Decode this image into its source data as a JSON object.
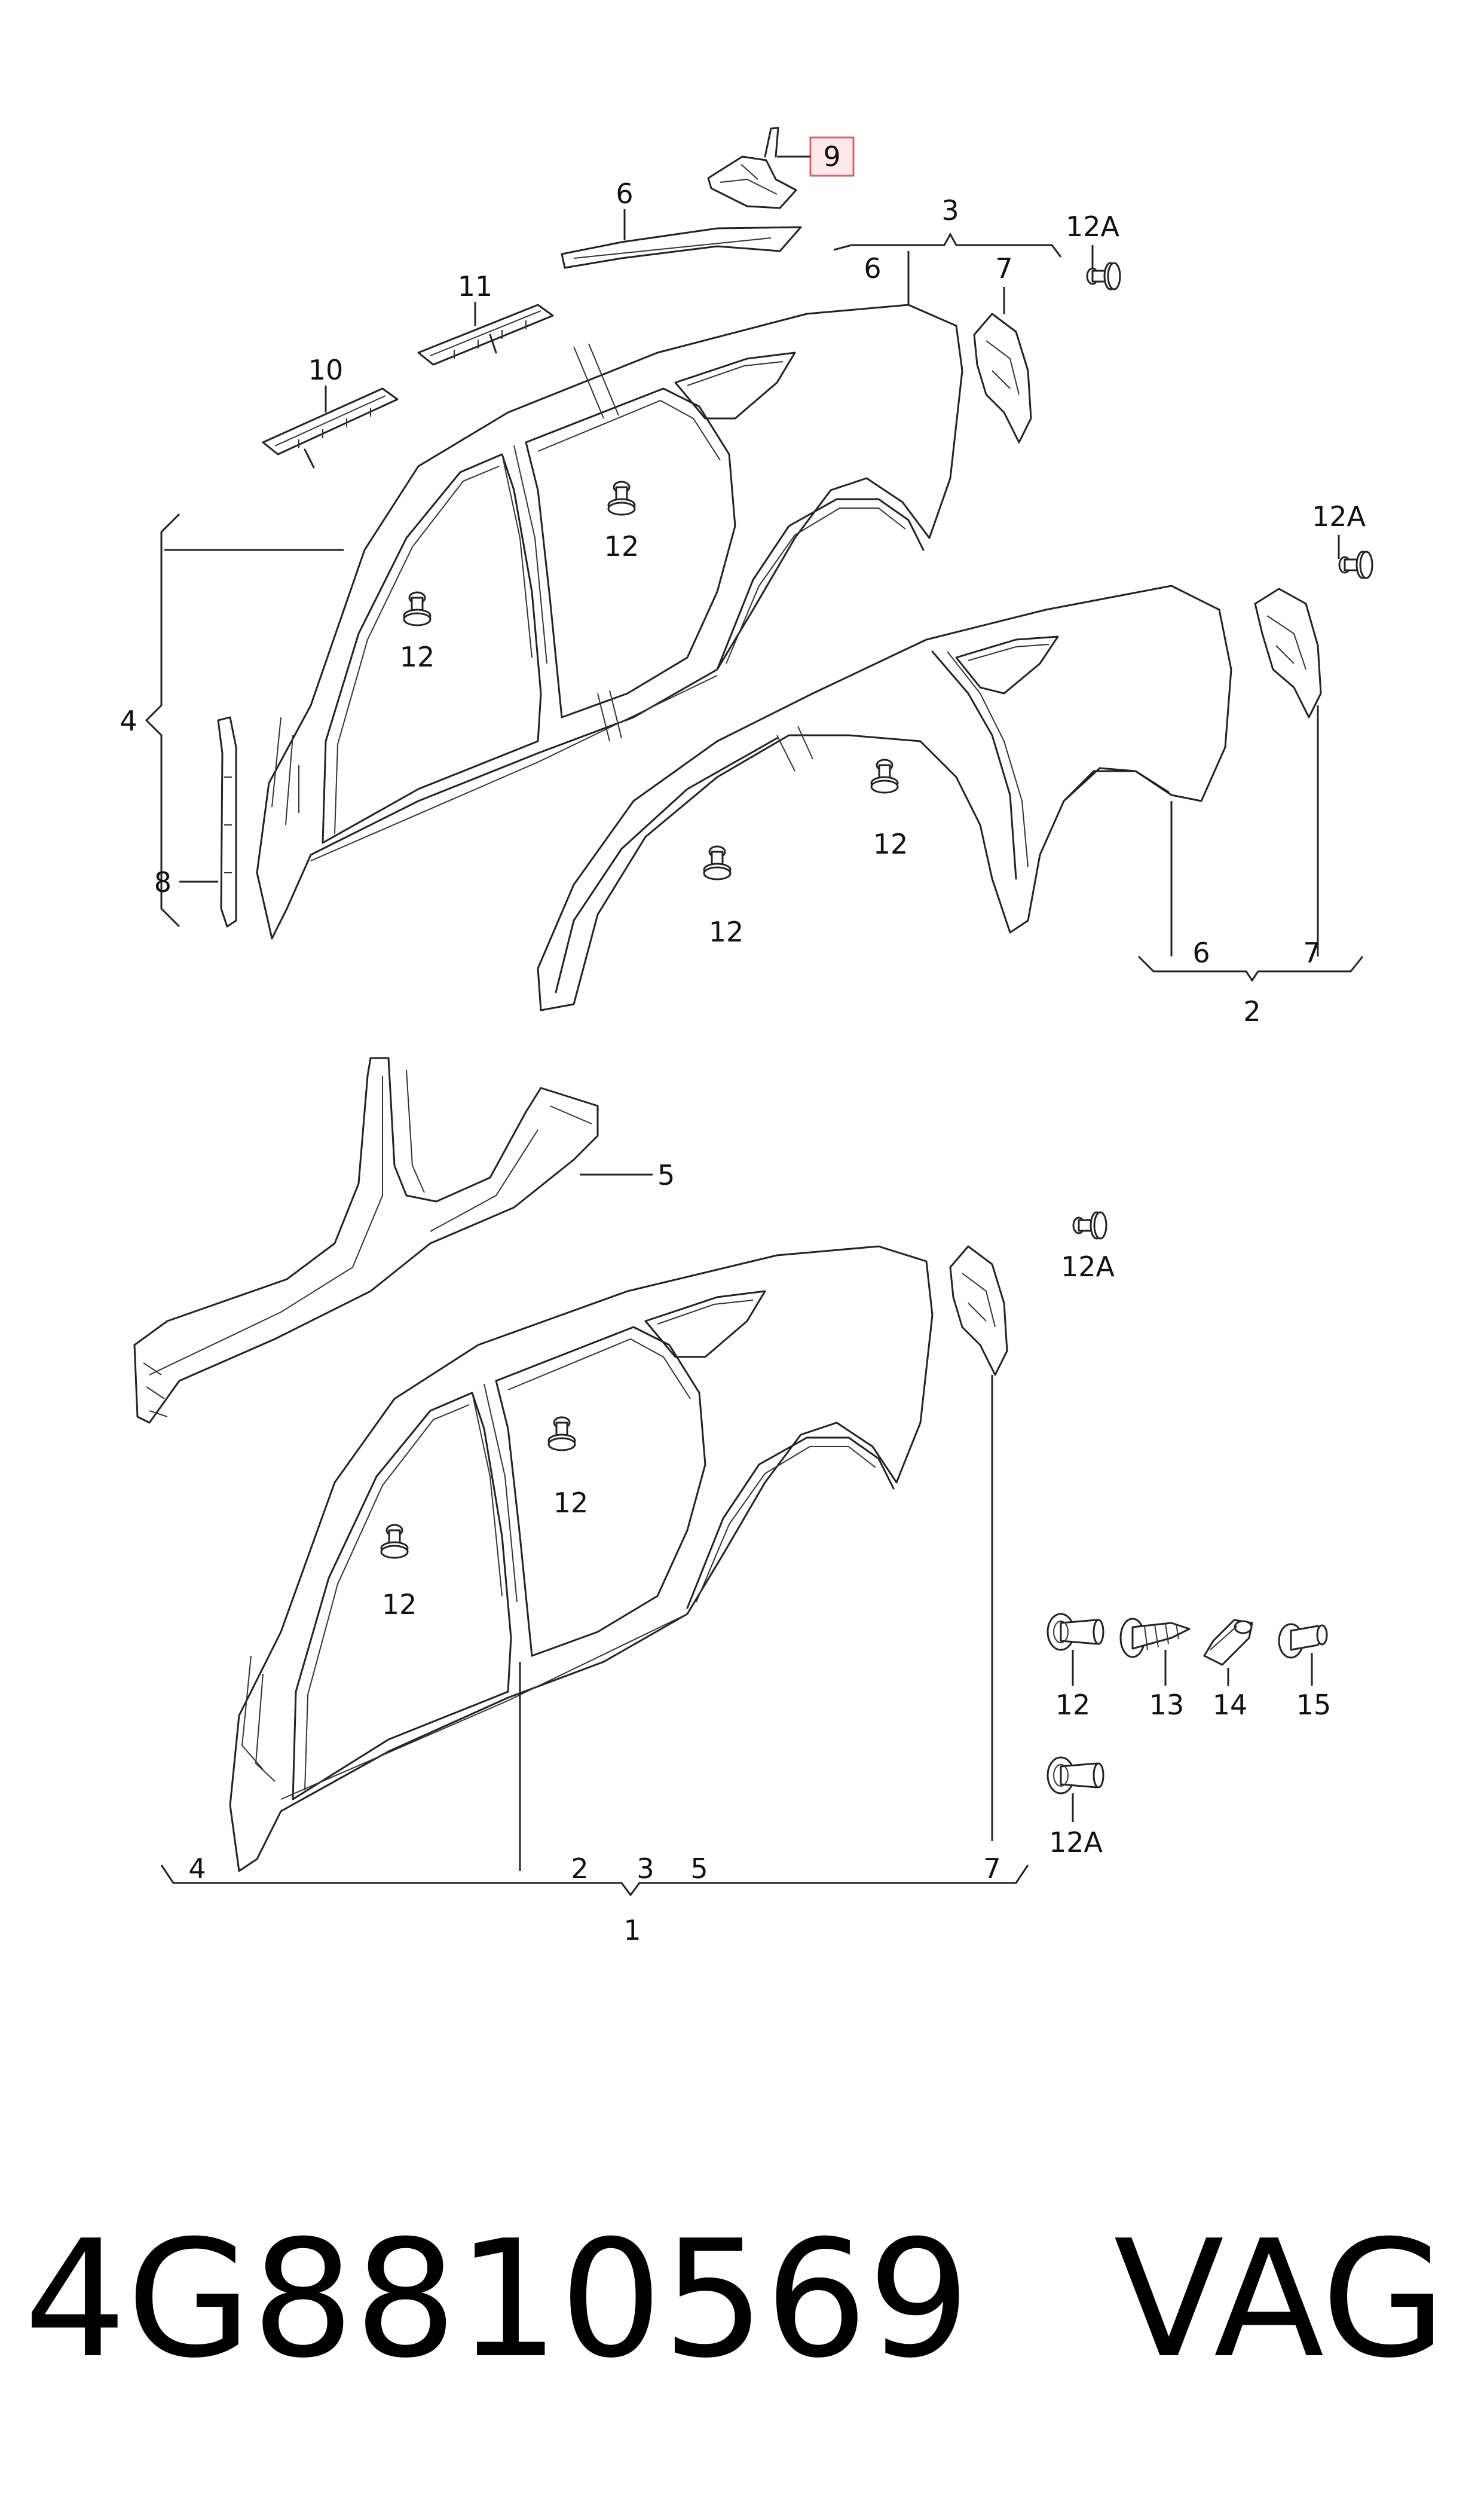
{
  "callouts": {
    "c9": "9",
    "c6_strip": "6",
    "c3": "3",
    "c6_a": "6",
    "c7_a": "7",
    "c12A_a": "12A",
    "c11": "11",
    "c10": "10",
    "c12_a": "12",
    "c12_b": "12",
    "c4_a": "4",
    "c8": "8",
    "c12A_b": "12A",
    "c12_c": "12",
    "c12_d": "12",
    "c6_b": "6",
    "c7_b": "7",
    "c2": "2",
    "c5": "5",
    "c12A_c": "12A",
    "c12_e": "12",
    "c12_f": "12",
    "c12_g": "12",
    "c13": "13",
    "c14": "14",
    "c15": "15",
    "c12A_d": "12A",
    "b4": "4",
    "b2": "2",
    "b3": "3",
    "b5": "5",
    "b7": "7",
    "b1": "1"
  },
  "footer": {
    "part_number": "4G8810569",
    "brand": "VAG"
  },
  "colors": {
    "line": "#222222",
    "highlight_fill": "#fde8ea",
    "highlight_stroke": "#d9646c"
  }
}
